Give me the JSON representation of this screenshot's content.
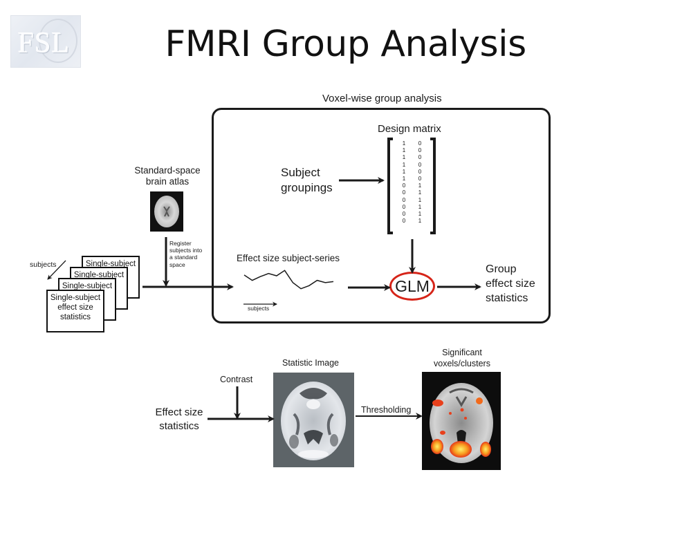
{
  "logo": {
    "text": "FSL",
    "icon": "fsl-trilobite-logo"
  },
  "title": "FMRI Group Analysis",
  "voxelwise": {
    "heading": "Voxel-wise group analysis",
    "design_matrix": {
      "label": "Design matrix",
      "columns": [
        [
          "1",
          "1",
          "1",
          "1",
          "1",
          "1",
          "0",
          "0",
          "0",
          "0",
          "0",
          "0"
        ],
        [
          "0",
          "0",
          "0",
          "0",
          "0",
          "0",
          "1",
          "1",
          "1",
          "1",
          "1",
          "1"
        ]
      ]
    },
    "subject_groupings": {
      "line1": "Subject",
      "line2": "groupings"
    },
    "effect_series": {
      "label": "Effect size subject-series",
      "axis_label": "subjects",
      "values": [
        0.55,
        0.2,
        0.45,
        0.65,
        0.5,
        0.85,
        0.05,
        -0.35,
        -0.15,
        0.2,
        0.05,
        0.12
      ]
    },
    "glm": {
      "label": "GLM",
      "color": "#d62418"
    },
    "output": {
      "line1": "Group",
      "line2": "effect size",
      "line3": "statistics"
    }
  },
  "atlas": {
    "line1": "Standard-space",
    "line2": "brain atlas",
    "register_note": [
      "Register",
      "subjects into",
      "a standard",
      "space"
    ]
  },
  "subjects": {
    "arrow_label": "subjects",
    "cards": [
      {
        "text": "Single-subject"
      },
      {
        "text": "Single-subject"
      },
      {
        "text": "Single-subject"
      },
      {
        "line1": "Single-subject",
        "line2": "effect size",
        "line3": "statistics"
      }
    ]
  },
  "bottom": {
    "input": {
      "line1": "Effect size",
      "line2": "statistics"
    },
    "contrast": "Contrast",
    "statistic_image": {
      "label": "Statistic Image",
      "bg_color": "#5d6468"
    },
    "thresholding": "Thresholding",
    "significant": {
      "line1": "Significant",
      "line2": "voxels/clusters",
      "bg_color": "#0d0d0d",
      "blob_color": "#f26a1b"
    }
  }
}
